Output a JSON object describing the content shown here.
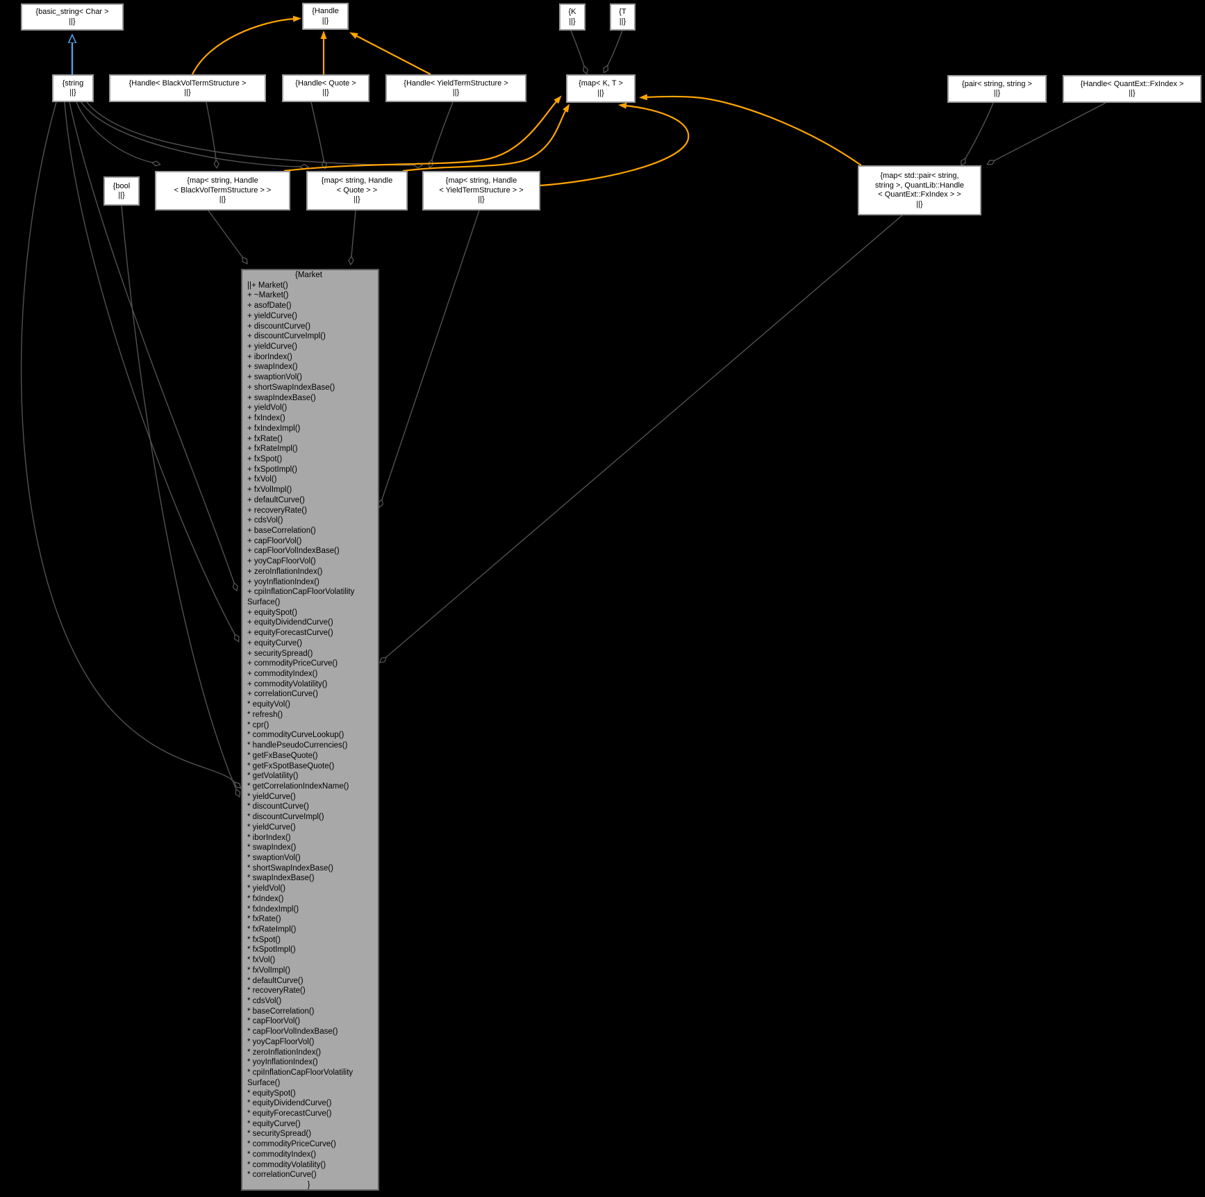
{
  "diagram": {
    "kind": "class collaboration graph",
    "colors": {
      "background": "#000000",
      "node_fill": "#ffffff",
      "node_border": "#9a9a9a",
      "main_fill": "#a8a8a8",
      "main_border": "#5e5e5e",
      "usage_edge": "#525252",
      "template_edge": "#ffa500",
      "inheritance_edge": "#55a0e8",
      "text": "#000000"
    },
    "nodes": [
      {
        "id": "basic_string",
        "lines": [
          "{basic_string< Char >",
          "||}"
        ]
      },
      {
        "id": "handle",
        "lines": [
          "{Handle",
          "||}"
        ]
      },
      {
        "id": "k",
        "lines": [
          "{K",
          "||}"
        ]
      },
      {
        "id": "t",
        "lines": [
          "{T",
          "||}"
        ]
      },
      {
        "id": "string",
        "lines": [
          "{string",
          "||}"
        ]
      },
      {
        "id": "handle_blackvol",
        "lines": [
          "{Handle< BlackVolTermStructure >",
          "||}"
        ]
      },
      {
        "id": "handle_quote",
        "lines": [
          "{Handle< Quote >",
          "||}"
        ]
      },
      {
        "id": "handle_yieldts",
        "lines": [
          "{Handle< YieldTermStructure >",
          "||}"
        ]
      },
      {
        "id": "map_kt",
        "lines": [
          "{map< K, T >",
          "||}"
        ]
      },
      {
        "id": "pair_string",
        "lines": [
          "{pair< string, string >",
          "||}"
        ]
      },
      {
        "id": "handle_fxindex",
        "lines": [
          "{Handle< QuantExt::FxIndex >",
          "||}"
        ]
      },
      {
        "id": "bool",
        "lines": [
          "{bool",
          "||}"
        ]
      },
      {
        "id": "map_blackvol",
        "lines": [
          "{map< string, Handle",
          "< BlackVolTermStructure > >",
          "||}"
        ]
      },
      {
        "id": "map_quote",
        "lines": [
          "{map< string, Handle",
          "< Quote > >",
          "||}"
        ]
      },
      {
        "id": "map_yieldts",
        "lines": [
          "{map< string, Handle",
          "< YieldTermStructure > >",
          "||}"
        ]
      },
      {
        "id": "map_pair_fxindex",
        "lines": [
          "{map< std::pair< string,",
          "string >, QuantLib::Handle",
          "< QuantExt::FxIndex > >",
          "||}"
        ]
      }
    ],
    "main_node": {
      "id": "market",
      "title": "{Market",
      "members": [
        "||+ Market()",
        "+ ~Market()",
        "+ asofDate()",
        "+ yieldCurve()",
        "+ discountCurve()",
        "+ discountCurveImpl()",
        "+ yieldCurve()",
        "+ iborIndex()",
        "+ swapIndex()",
        "+ swaptionVol()",
        "+ shortSwapIndexBase()",
        "+ swapIndexBase()",
        "+ yieldVol()",
        "+ fxIndex()",
        "+ fxIndexImpl()",
        "+ fxRate()",
        "+ fxRateImpl()",
        "+ fxSpot()",
        "+ fxSpotImpl()",
        "+ fxVol()",
        "+ fxVolImpl()",
        "+ defaultCurve()",
        "+ recoveryRate()",
        "+ cdsVol()",
        "+ baseCorrelation()",
        "+ capFloorVol()",
        "+ capFloorVolIndexBase()",
        "+ yoyCapFloorVol()",
        "+ zeroInflationIndex()",
        "+ yoyInflationIndex()",
        "+ cpiInflationCapFloorVolatility",
        "Surface()",
        "+ equitySpot()",
        "+ equityDividendCurve()",
        "+ equityForecastCurve()",
        "+ equityCurve()",
        "+ securitySpread()",
        "+ commodityPriceCurve()",
        "+ commodityIndex()",
        "+ commodityVolatility()",
        "+ correlationCurve()",
        "* equityVol()",
        "* refresh()",
        "* cpr()",
        "* commodityCurveLookup()",
        "* handlePseudoCurrencies()",
        "* getFxBaseQuote()",
        "* getFxSpotBaseQuote()",
        "* getVolatility()",
        "* getCorrelationIndexName()",
        "* yieldCurve()",
        "* discountCurve()",
        "* discountCurveImpl()",
        "* yieldCurve()",
        "* iborIndex()",
        "* swapIndex()",
        "* swaptionVol()",
        "* shortSwapIndexBase()",
        "* swapIndexBase()",
        "* yieldVol()",
        "* fxIndex()",
        "* fxIndexImpl()",
        "* fxRate()",
        "* fxRateImpl()",
        "* fxSpot()",
        "* fxSpotImpl()",
        "* fxVol()",
        "* fxVolImpl()",
        "* defaultCurve()",
        "* recoveryRate()",
        "* cdsVol()",
        "* baseCorrelation()",
        "* capFloorVol()",
        "* capFloorVolIndexBase()",
        "* yoyCapFloorVol()",
        "* zeroInflationIndex()",
        "* yoyInflationIndex()",
        "* cpiInflationCapFloorVolatility",
        "Surface()",
        "* equitySpot()",
        "* equityDividendCurve()",
        "* equityForecastCurve()",
        "* equityCurve()",
        "* securitySpread()",
        "* commodityPriceCurve()",
        "* commodityIndex()",
        "* commodityVolatility()",
        "* correlationCurve()"
      ],
      "closing": "}"
    },
    "edges": [
      {
        "id": "u_k_mapkt",
        "from": "k",
        "to": "map_kt",
        "relation": "usage"
      },
      {
        "id": "u_t_mapkt",
        "from": "t",
        "to": "map_kt",
        "relation": "usage"
      },
      {
        "id": "u_pair_mappair",
        "from": "pair_string",
        "to": "map_pair_fxindex",
        "relation": "usage"
      },
      {
        "id": "u_fx_mappair",
        "from": "handle_fxindex",
        "to": "map_pair_fxindex",
        "relation": "usage"
      },
      {
        "id": "u_hbv_mapbv",
        "from": "handle_blackvol",
        "to": "map_blackvol",
        "relation": "usage"
      },
      {
        "id": "u_hq_mapq",
        "from": "handle_quote",
        "to": "map_quote",
        "relation": "usage"
      },
      {
        "id": "u_hy_mapy",
        "from": "handle_yieldts",
        "to": "map_yieldts",
        "relation": "usage"
      },
      {
        "id": "u_str_mapbv",
        "from": "string",
        "to": "map_blackvol",
        "relation": "usage"
      },
      {
        "id": "u_str_mapq",
        "from": "string",
        "to": "map_quote",
        "relation": "usage"
      },
      {
        "id": "u_str_mapy",
        "from": "string",
        "to": "map_yieldts",
        "relation": "usage"
      },
      {
        "id": "u_str_market_a",
        "from": "string",
        "to": "market",
        "relation": "usage"
      },
      {
        "id": "u_str_market_b",
        "from": "string",
        "to": "market",
        "relation": "usage"
      },
      {
        "id": "u_str_market_c",
        "from": "string",
        "to": "market",
        "relation": "usage"
      },
      {
        "id": "u_bool_market",
        "from": "bool",
        "to": "market",
        "relation": "usage"
      },
      {
        "id": "u_mapbv_market",
        "from": "map_blackvol",
        "to": "market",
        "relation": "usage"
      },
      {
        "id": "u_mapq_market",
        "from": "map_quote",
        "to": "market",
        "relation": "usage"
      },
      {
        "id": "u_mapy_market",
        "from": "map_yieldts",
        "to": "market",
        "relation": "usage"
      },
      {
        "id": "u_mappair_market",
        "from": "map_pair_fxindex",
        "to": "market",
        "relation": "usage"
      },
      {
        "id": "t_hbv_handle",
        "from": "handle_blackvol",
        "to": "handle",
        "relation": "template"
      },
      {
        "id": "t_hq_handle",
        "from": "handle_quote",
        "to": "handle",
        "relation": "template"
      },
      {
        "id": "t_hy_handle",
        "from": "handle_yieldts",
        "to": "handle",
        "relation": "template"
      },
      {
        "id": "t_mapbv_mapkt",
        "from": "map_blackvol",
        "to": "map_kt",
        "relation": "template"
      },
      {
        "id": "t_mapq_mapkt",
        "from": "map_quote",
        "to": "map_kt",
        "relation": "template"
      },
      {
        "id": "t_mapy_mapkt",
        "from": "map_yieldts",
        "to": "map_kt",
        "relation": "template"
      },
      {
        "id": "t_mappair_mapkt",
        "from": "map_pair_fxindex",
        "to": "map_kt",
        "relation": "template"
      },
      {
        "id": "i_str_basicstring",
        "from": "string",
        "to": "basic_string",
        "relation": "inheritance"
      }
    ]
  }
}
